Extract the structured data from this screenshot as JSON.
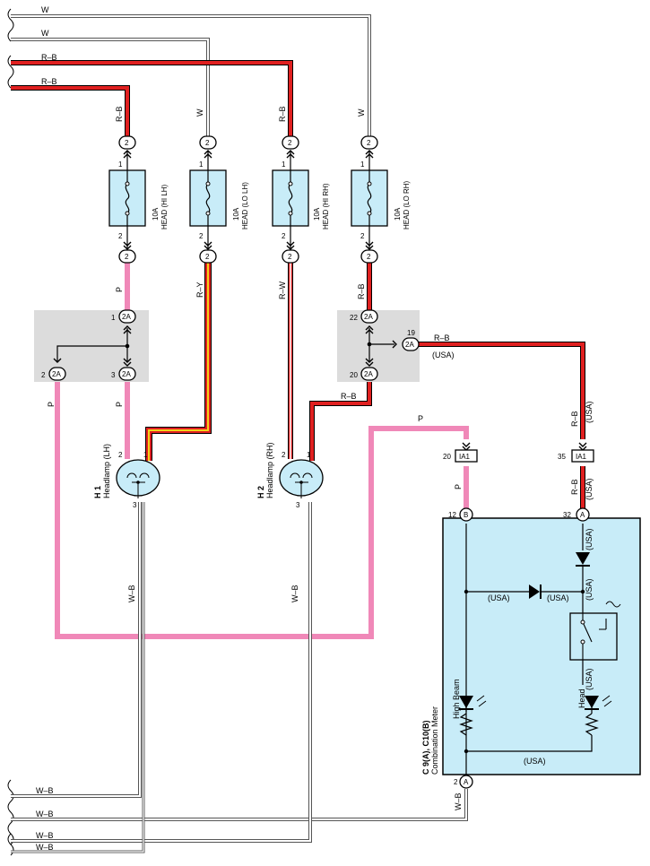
{
  "wires": {
    "w_top": "W",
    "w_second": "W",
    "rb_third": "R–B",
    "rb_fourth": "R–B",
    "wb_1": "W–B",
    "wb_2": "W–B",
    "wb_3": "W–B",
    "wb_4": "W–B"
  },
  "fuses": [
    {
      "rating": "10A",
      "name": "HEAD (HI LH)",
      "top_wire": "R–B",
      "bottom_wire": "P"
    },
    {
      "rating": "10A",
      "name": "HEAD (LO LH)",
      "top_wire": "W",
      "bottom_wire": "R–Y"
    },
    {
      "rating": "10A",
      "name": "HEAD (HI RH)",
      "top_wire": "R–B",
      "bottom_wire": "R–W"
    },
    {
      "rating": "10A",
      "name": "HEAD (LO RH)",
      "top_wire": "W",
      "bottom_wire": "R–B"
    }
  ],
  "connectors": {
    "c2": "2",
    "c2a": "2A",
    "ia1": "IA1",
    "a": "A",
    "b": "B"
  },
  "pins": {
    "p1": "1",
    "p2": "2",
    "p3": "3",
    "p19": "19",
    "p20": "20",
    "p22": "22",
    "p35": "35",
    "p12": "12",
    "p32": "32"
  },
  "labels": {
    "p": "P",
    "rb": "R–B",
    "usa": "(USA)",
    "wb": "W–B"
  },
  "headlamp_lh": {
    "code": "H 1",
    "name": "Headlamp (LH)"
  },
  "headlamp_rh": {
    "code": "H 2",
    "name": "Headlamp (RH)"
  },
  "meter": {
    "code": "C 9(A), C10(B)",
    "name": "Combination Meter",
    "high_beam": "High Beam",
    "head": "Head"
  },
  "colors": {
    "pink": "#f088b8",
    "red": "#e02020",
    "yellow": "#f2d21a",
    "component_fill": "#c8ecf8",
    "junction_fill": "#dcdcdc"
  }
}
